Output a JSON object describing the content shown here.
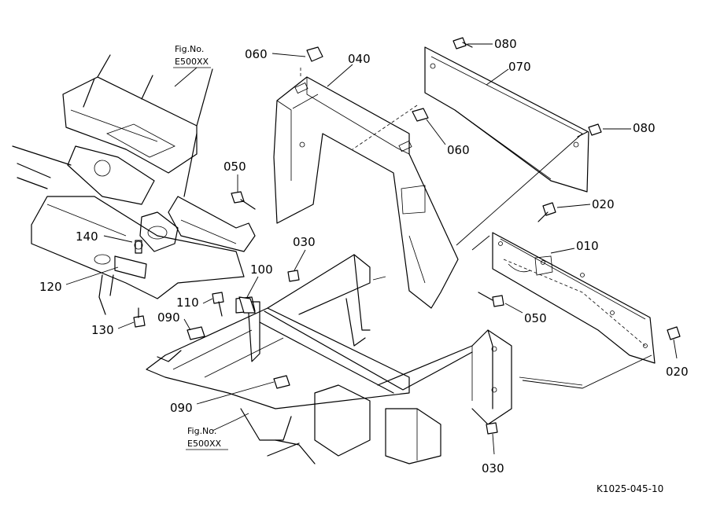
{
  "callouts": [
    {
      "id": "c-080a",
      "text": "080"
    },
    {
      "id": "c-060a",
      "text": "060"
    },
    {
      "id": "c-040",
      "text": "040"
    },
    {
      "id": "c-070",
      "text": "070"
    },
    {
      "id": "c-080b",
      "text": "080"
    },
    {
      "id": "c-060b",
      "text": "060"
    },
    {
      "id": "c-050a",
      "text": "050"
    },
    {
      "id": "c-020a",
      "text": "020"
    },
    {
      "id": "c-140",
      "text": "140"
    },
    {
      "id": "c-030a",
      "text": "030"
    },
    {
      "id": "c-010",
      "text": "010"
    },
    {
      "id": "c-100",
      "text": "100"
    },
    {
      "id": "c-120",
      "text": "120"
    },
    {
      "id": "c-110",
      "text": "110"
    },
    {
      "id": "c-050b",
      "text": "050"
    },
    {
      "id": "c-090a",
      "text": "090"
    },
    {
      "id": "c-130",
      "text": "130"
    },
    {
      "id": "c-020b",
      "text": "020"
    },
    {
      "id": "c-090b",
      "text": "090"
    },
    {
      "id": "c-030b",
      "text": "030"
    }
  ],
  "figrefs": [
    {
      "line1": "Fig.No.",
      "line2": "E500XX"
    },
    {
      "line1": "Fig.No.",
      "line2": "E500XX"
    }
  ],
  "diagram_code": "K1025-045-10"
}
